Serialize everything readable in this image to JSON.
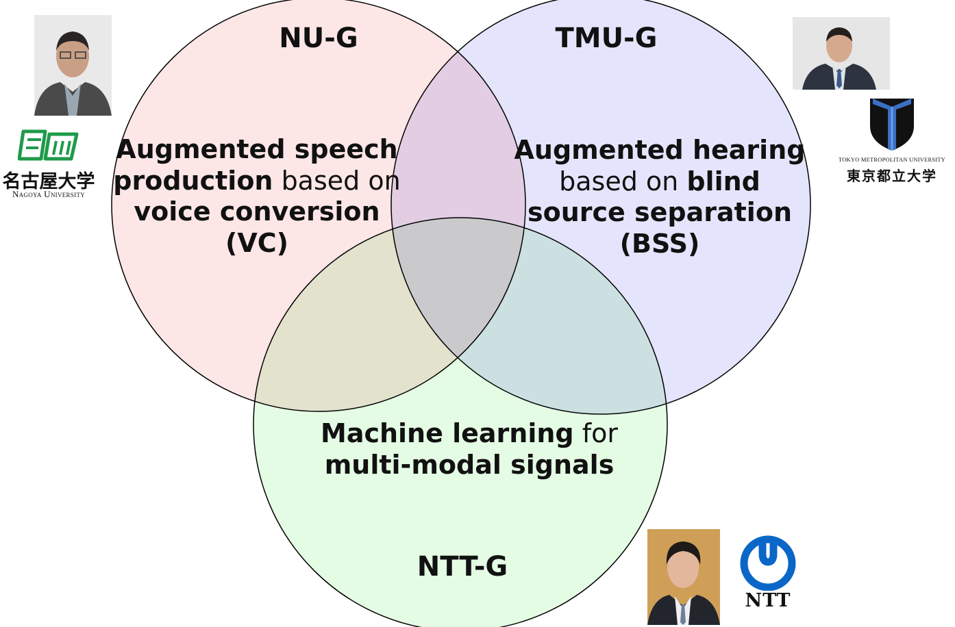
{
  "groups": {
    "nu": {
      "name": "NU-G",
      "desc": [
        [
          {
            "t": "Augmented speech",
            "b": true
          }
        ],
        [
          {
            "t": "production",
            "b": true
          },
          {
            "t": " based on",
            "b": false
          }
        ],
        [
          {
            "t": "voice conversion",
            "b": true
          }
        ],
        [
          {
            "t": "(VC)",
            "b": true
          }
        ]
      ]
    },
    "tmu": {
      "name": "TMU-G",
      "desc": [
        [
          {
            "t": "Augmented hearing",
            "b": true
          }
        ],
        [
          {
            "t": "based on ",
            "b": false
          },
          {
            "t": "blind",
            "b": true
          }
        ],
        [
          {
            "t": "source separation",
            "b": true
          }
        ],
        [
          {
            "t": "(BSS)",
            "b": true
          }
        ]
      ]
    },
    "ntt": {
      "name": "NTT-G",
      "desc": [
        [
          {
            "t": "Machine learning",
            "b": true
          },
          {
            "t": " for",
            "b": false
          }
        ],
        [
          {
            "t": "multi-modal signals",
            "b": true
          }
        ]
      ]
    }
  },
  "logos": {
    "nagoya_jp": "名古屋大学",
    "nagoya_en": "Nagoya University",
    "tmu_en": "TOKYO METROPOLITAN UNIVERSITY",
    "tmu_jp": "東京都立大学",
    "ntt": "NTT"
  },
  "colors": {
    "nu_fill": "#fde6e6",
    "tmu_fill": "#e4e4fc",
    "ntt_fill": "#e4fbe4",
    "nagoya_green": "#1f9a4a",
    "tmu_blue": "#3a6fc4",
    "ntt_blue": "#0a67c7"
  },
  "icons": [
    "person-photo-icon",
    "nagoya-university-logo-icon",
    "tmu-shield-logo-icon",
    "ntt-logo-icon"
  ]
}
